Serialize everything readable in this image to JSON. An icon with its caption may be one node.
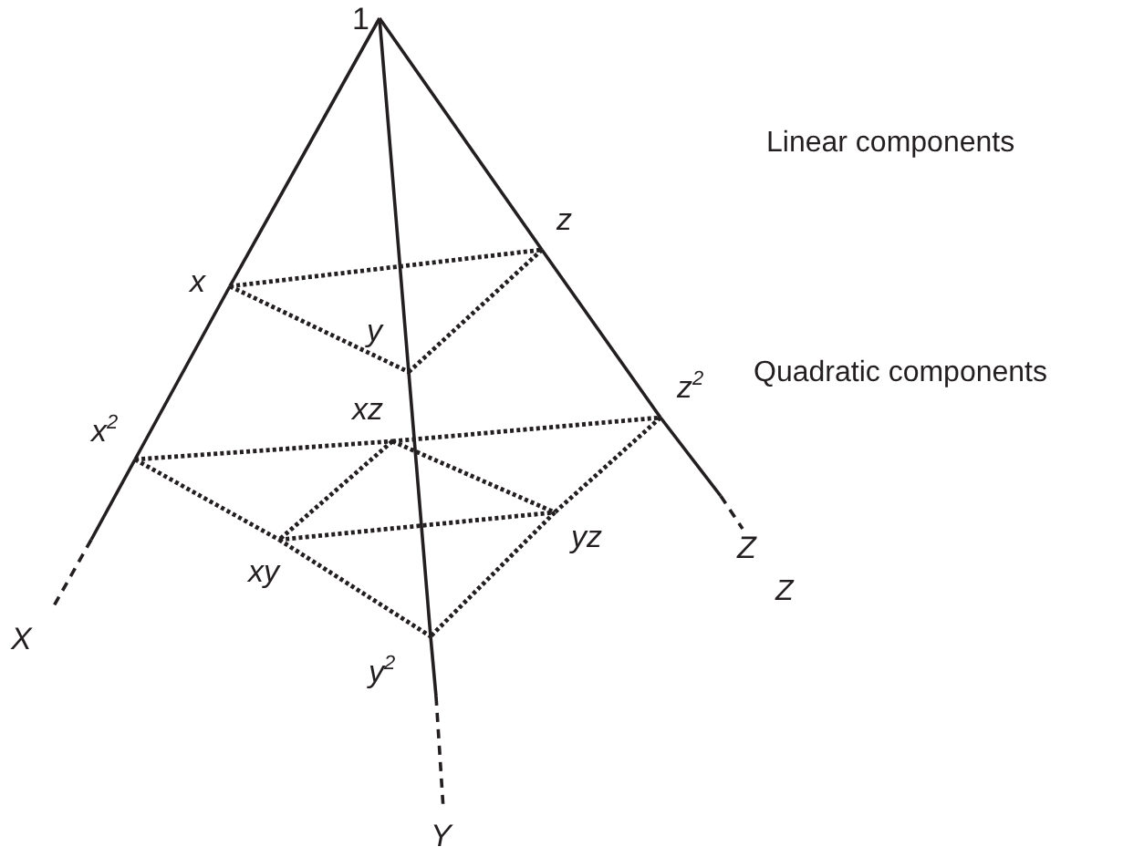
{
  "diagram": {
    "nodes": [
      {
        "text": [
          "1"
        ]
      },
      {
        "text": [
          "x"
        ]
      },
      {
        "text": [
          "y"
        ]
      },
      {
        "text": [
          "z"
        ]
      },
      {
        "text": [
          "x$^{2}$"
        ]
      },
      {
        "text": [
          "xz"
        ]
      },
      {
        "text": [
          "z$^{2}$"
        ]
      },
      {
        "text": [
          "xy"
        ]
      },
      {
        "text": [
          "yz"
        ]
      },
      {
        "text": [
          "y$^{2}$"
        ]
      },
      {
        "text": [
          "X"
        ]
      },
      {
        "text": [
          "Y"
        ]
      },
      {
        "text": [
          "Z"
        ]
      }
    ],
    "edges": [
      {
        "from": 0,
        "to": 1,
        "arrow": "none"
      },
      {
        "from": 1,
        "to": 4,
        "arrow": "none"
      },
      {
        "from": 4,
        "to": 10,
        "arrow": "none"
      },
      {
        "from": 0,
        "to": 2,
        "arrow": "none"
      },
      {
        "from": 2,
        "to": 9,
        "arrow": "none"
      },
      {
        "from": 9,
        "to": 11,
        "arrow": "none"
      },
      {
        "from": 0,
        "to": 3,
        "arrow": "none"
      },
      {
        "from": 3,
        "to": 6,
        "arrow": "none"
      },
      {
        "from": 6,
        "to": 12,
        "arrow": "none"
      },
      {
        "from": 1,
        "to": 3,
        "arrow": "none",
        "style": "dashed"
      },
      {
        "from": 1,
        "to": 2,
        "arrow": "none",
        "style": "dashed"
      },
      {
        "from": 2,
        "to": 3,
        "arrow": "none",
        "style": "dashed"
      },
      {
        "from": 4,
        "to": 5,
        "arrow": "none",
        "style": "dashed"
      },
      {
        "from": 5,
        "to": 6,
        "arrow": "none",
        "style": "dashed"
      },
      {
        "from": 4,
        "to": 7,
        "arrow": "none",
        "style": "dashed"
      },
      {
        "from": 7,
        "to": 9,
        "arrow": "none",
        "style": "dashed"
      },
      {
        "from": 6,
        "to": 8,
        "arrow": "none",
        "style": "dashed"
      },
      {
        "from": 8,
        "to": 9,
        "arrow": "none",
        "style": "dashed"
      },
      {
        "from": 5,
        "to": 7,
        "arrow": "none",
        "style": "dashed"
      },
      {
        "from": 7,
        "to": 8,
        "arrow": "none",
        "style": "dashed"
      },
      {
        "from": 5,
        "to": 8,
        "arrow": "none",
        "style": "dashed"
      }
    ],
    "labels": [
      "Linear components",
      "Quadratic components",
      "Z"
    ]
  }
}
